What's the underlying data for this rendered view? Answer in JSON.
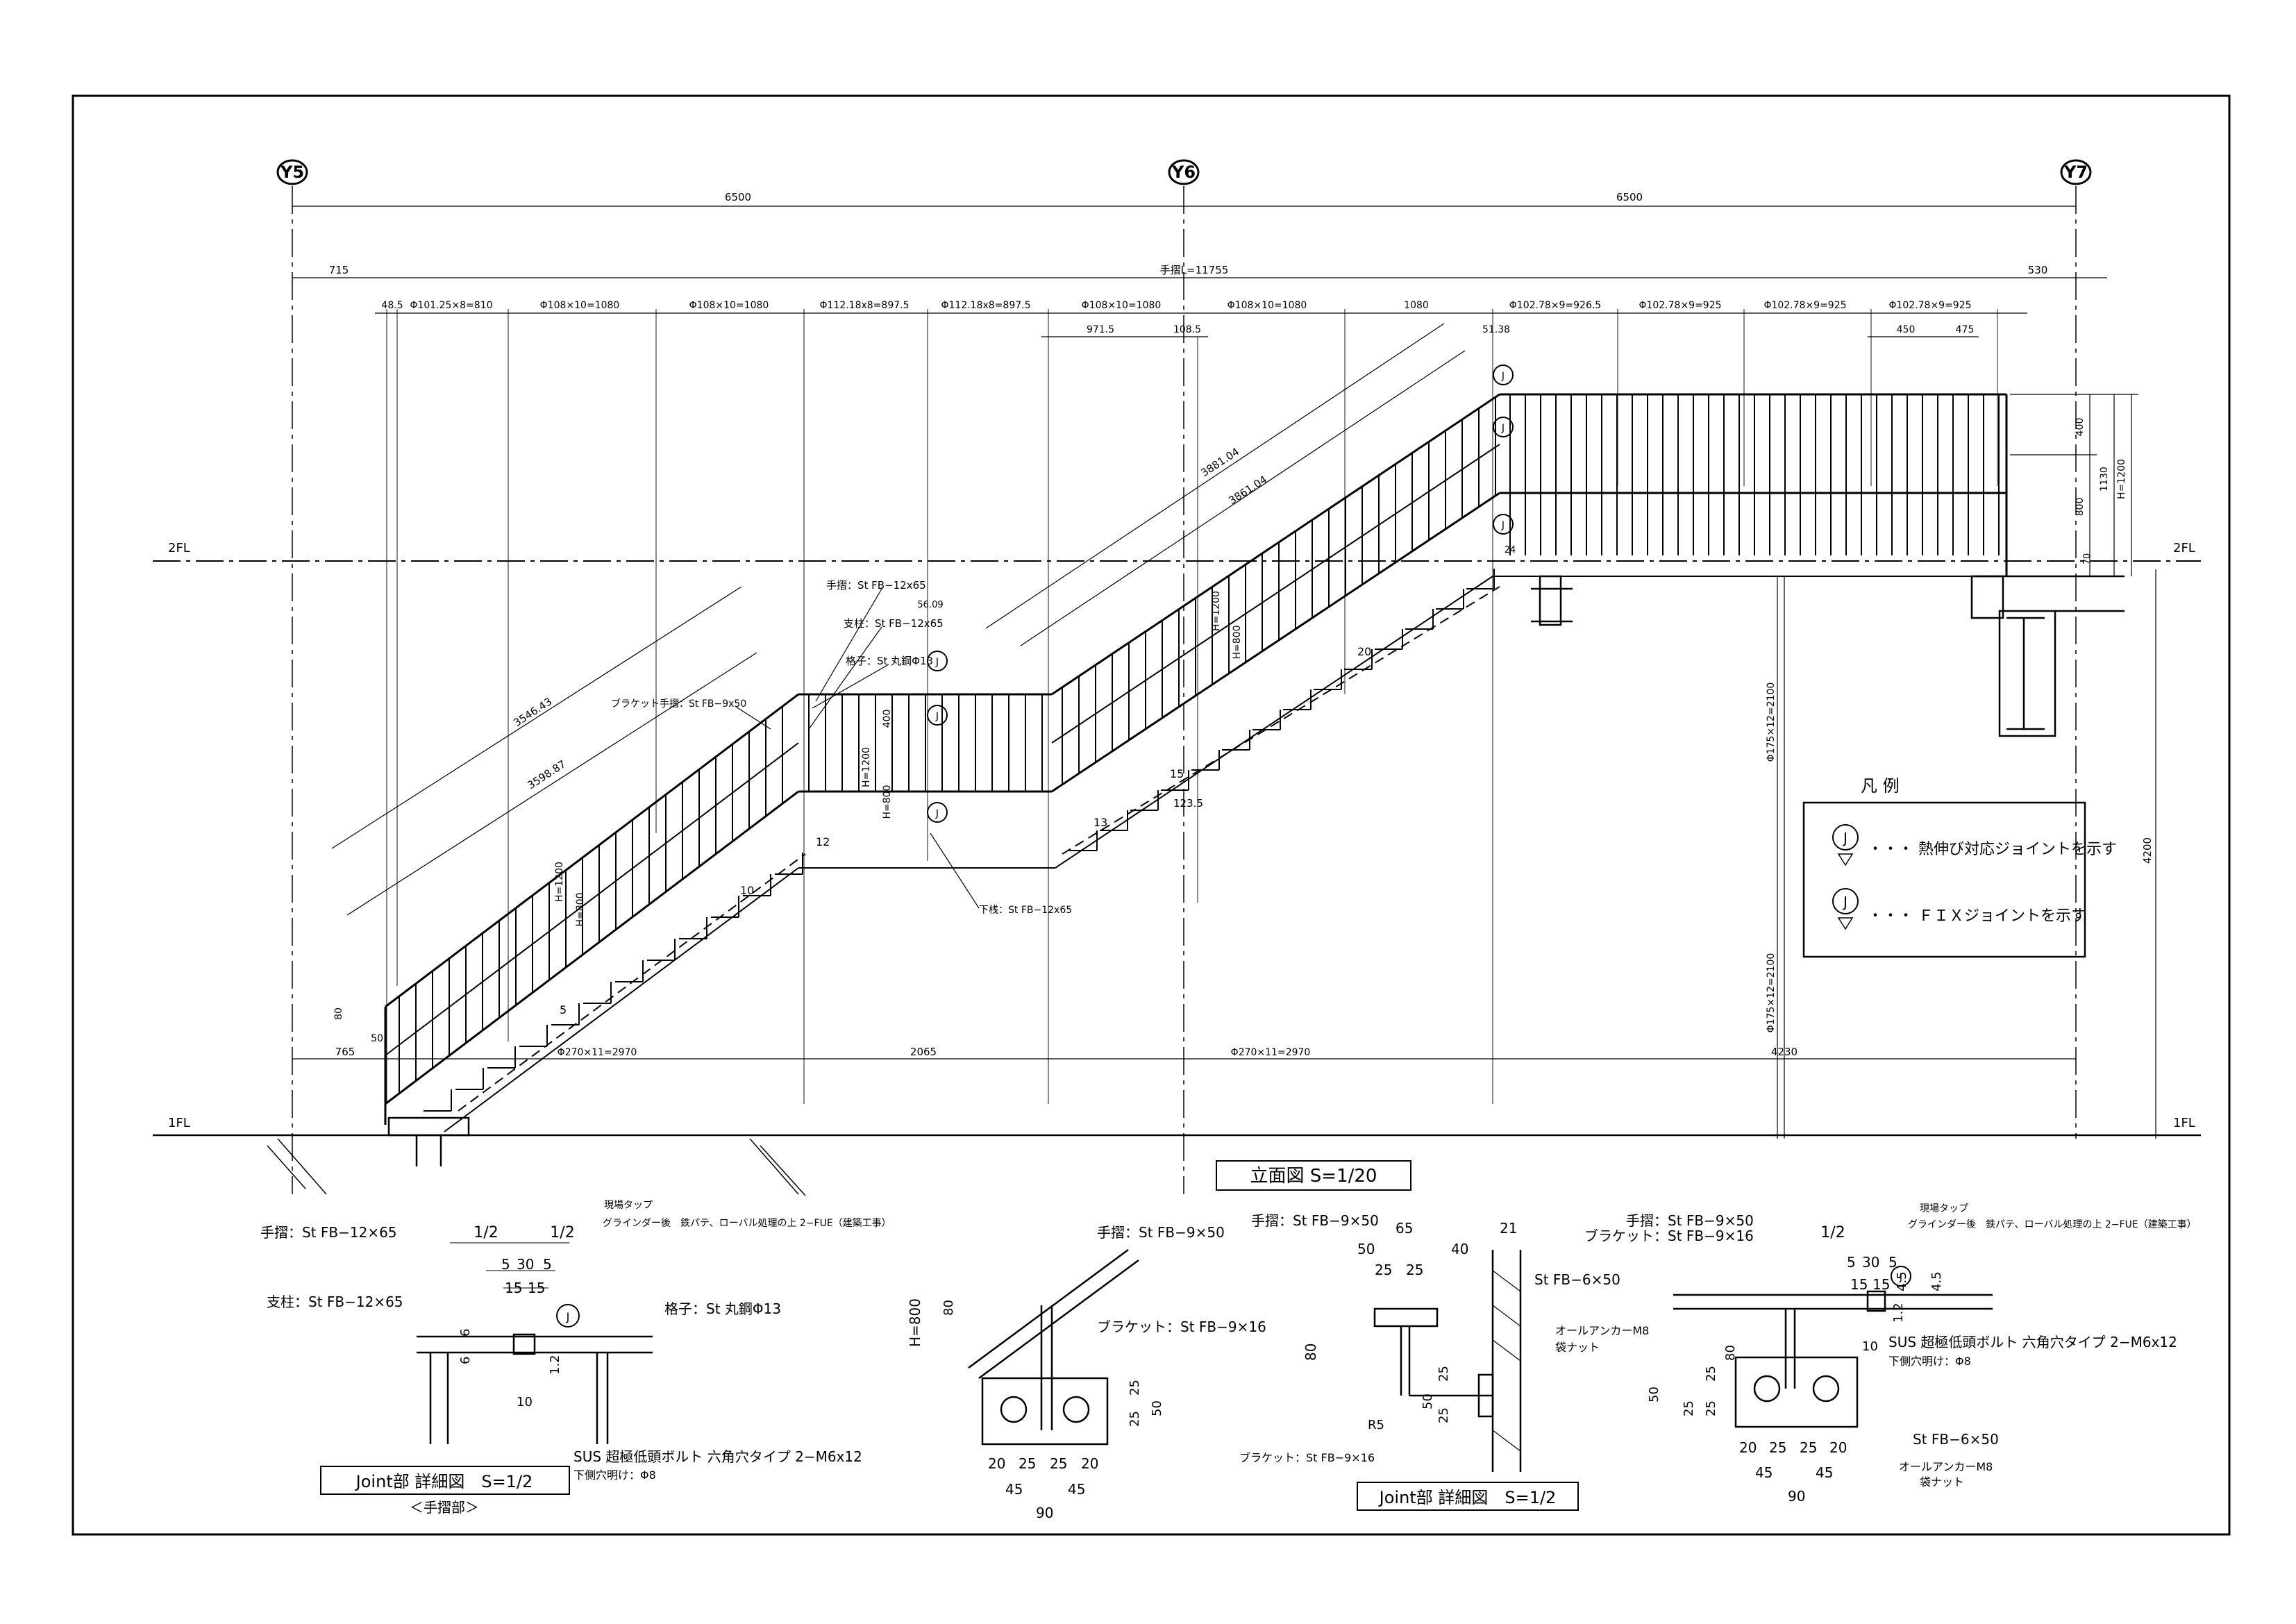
{
  "grid": {
    "y5": "Y5",
    "y6": "Y6",
    "y7": "Y7"
  },
  "levels": {
    "fl2": "2FL",
    "fl1": "1FL"
  },
  "top_dims": {
    "span_a": "6500",
    "span_b": "6500",
    "left_offset": "715",
    "handrail_total": "手摺L=11755",
    "right_offset": "530"
  },
  "segment_dims": {
    "s0": "48.5",
    "s1": "Φ101.25×8=810",
    "s2": "Φ108×10=1080",
    "s3": "Φ108×10=1080",
    "s4": "Φ112.18x8=897.5",
    "s5": "Φ112.18x8=897.5",
    "s6": "Φ108×10=1080",
    "s7": "Φ108×10=1080",
    "s8": "1080",
    "s9": "Φ102.78×9=926.5",
    "s10": "Φ102.78×9=925",
    "s11": "Φ102.78×9=925",
    "s12": "Φ102.78×9=925"
  },
  "sub_dims": {
    "d1": "971.5",
    "d2": "108.5",
    "d3": "51.38",
    "d4": "450",
    "d5": "475",
    "d6": "56.09",
    "d7": "24",
    "d8": "70"
  },
  "sloped_dims": {
    "upper_outer": "3881.04",
    "upper_inner": "3861.04",
    "lower_outer": "3546.43",
    "lower_inner": "3598.87"
  },
  "rail_heights": {
    "h_total": "H=1200",
    "h_mid": "H=800",
    "top_seg": "400",
    "right_top": "400",
    "right_mid": "800",
    "right_sum": "1130",
    "right_h": "H=1200",
    "left_80": "80",
    "left_50": "50"
  },
  "callouts": {
    "handrail": "手摺：St FB−12x65",
    "post": "支柱：St FB−12x65",
    "baluster": "格子：St 丸鋼Φ13",
    "bracket": "ブラケット手摺：St FB−9x50",
    "lower_rail": "下桟：St FB−12x65"
  },
  "stair_marks": {
    "n5": "5",
    "n10": "10",
    "n12": "12",
    "n13": "13",
    "n15": "15",
    "n20": "20",
    "w123": "123.5"
  },
  "column_dims": {
    "col_upper": "Φ175×12=2100",
    "col_lower": "Φ175×12=2100",
    "height_total": "4200"
  },
  "bottom_dims": {
    "b1": "765",
    "b2": "Φ270×11=2970",
    "b3": "2065",
    "b4": "Φ270×11=2970",
    "b5": "4230"
  },
  "legend": {
    "title": "凡 例",
    "symbol": "J",
    "item1": "・・・ 熱伸び対応ジョイントを示す",
    "item2": "・・・ ＦＩＸジョイントを示す"
  },
  "elevation_title": "立面図 S=1/20",
  "detail1": {
    "handrail": "手摺：St FB−12×65",
    "post": "支柱：St FB−12×65",
    "baluster": "格子：St 丸鋼Φ13",
    "weld": "現場タップ",
    "finish": "グラインダー後　鉄パテ、ローバル処理の上 2−FUE（建築工事）",
    "bolt": "SUS 超極低頭ボルト 六角穴タイプ 2−M6x12",
    "hole": "下側穴明け：Φ8",
    "half_a": "1/2",
    "half_b": "1/2",
    "d5a": "5",
    "d30": "30",
    "d5b": "5",
    "d15a": "15",
    "d15b": "15",
    "d6a": "6",
    "d6b": "6",
    "d12": "1.2",
    "d10": "10",
    "title": "Joint部 詳細図　S=1/2",
    "subtitle": "＜手摺部＞"
  },
  "detail2": {
    "handrail": "手摺：St FB−9×50",
    "bracket": "ブラケット：St FB−9×16",
    "d80": "80",
    "h800": "H=800",
    "d25a": "25",
    "d25b": "25",
    "d50": "50",
    "d20a": "20",
    "d25c": "25",
    "d25d": "25",
    "d20b": "20",
    "d45a": "45",
    "d45b": "45",
    "d90": "90"
  },
  "detail3": {
    "handrail": "手摺：St FB−9×50",
    "plate": "St FB−6×50",
    "anchor": "オールアンカーM8",
    "nut": "袋ナット",
    "bracket": "ブラケット：St FB−9×16",
    "d65": "65",
    "d21": "21",
    "d50a": "50",
    "d40": "40",
    "d25a": "25",
    "d25b": "25",
    "d80": "80",
    "d25c": "25",
    "d25d": "25",
    "d50b": "50",
    "r5": "R5",
    "title": "Joint部 詳細図　S=1/2"
  },
  "detail4": {
    "handrail": "手摺：St FB−9×50",
    "bracket": "ブラケット：St FB−9×16",
    "weld": "現場タップ",
    "finish": "グラインダー後　鉄パテ、ローバル処理の上 2−FUE（建築工事）",
    "bolt": "SUS 超極低頭ボルト 六角穴タイプ 2−M6x12",
    "hole": "下側穴明け：Φ8",
    "plate": "St FB−6×50",
    "anchor": "オールアンカーM8",
    "nut": "袋ナット",
    "half": "1/2",
    "d5": "5",
    "d30": "30",
    "d5b": "5",
    "d15a": "15",
    "d15b": "15",
    "d45": "4.5",
    "d45b": "4.5",
    "d12": "1.2",
    "d10": "10",
    "d80": "80",
    "d25a": "25",
    "d50": "50",
    "d25b": "25",
    "d25c": "25",
    "d20a": "20",
    "d25e": "25",
    "d25f": "25",
    "d20b": "20",
    "d45c": "45",
    "d45d": "45",
    "d90": "90"
  }
}
